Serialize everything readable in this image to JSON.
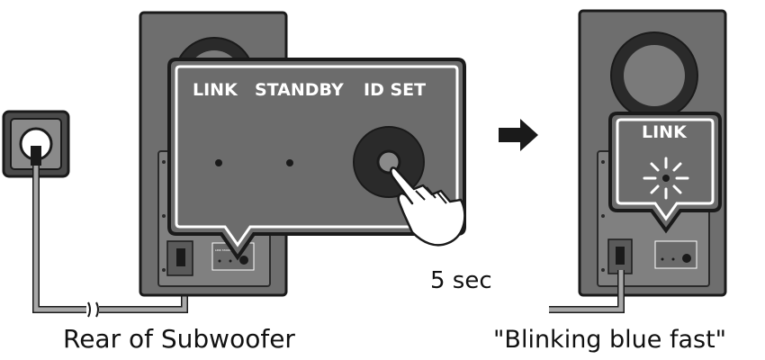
{
  "panel_labels": {
    "link": "LINK",
    "standby": "STANDBY",
    "id_set": "ID SET"
  },
  "status_label": "LINK",
  "duration": "5 sec",
  "caption_left": "Rear of Subwoofer",
  "caption_right": "\"Blinking blue fast\"",
  "colors": {
    "body": "#6e6e6e",
    "panel": "#6c6c6c",
    "outline": "#1a1a1a",
    "cable": "#9a9a9a",
    "outlet": "#4a4a4a"
  },
  "icons": {
    "outlet": "power-outlet-icon",
    "arrow": "right-arrow-icon",
    "hand": "pointing-hand-icon",
    "blink": "blinking-light-icon"
  }
}
